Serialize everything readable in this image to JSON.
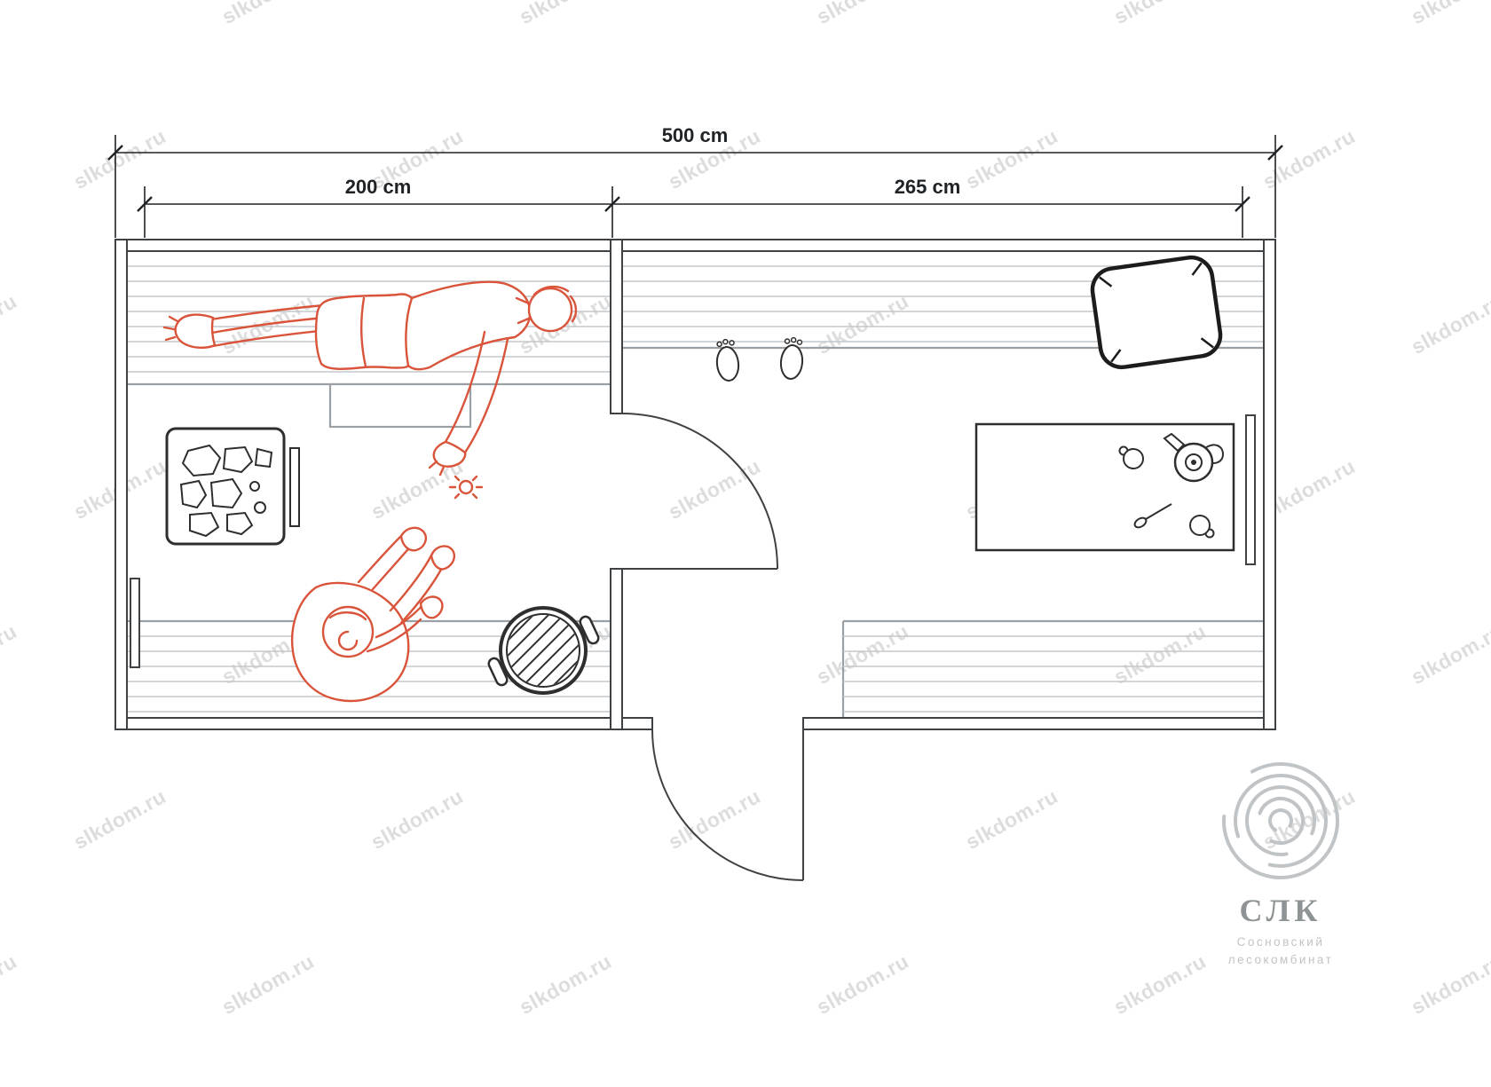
{
  "dimensions": {
    "total": "500 cm",
    "left_room": "200 cm",
    "right_room": "265 cm"
  },
  "watermark": {
    "text": "slkdom.ru"
  },
  "logo": {
    "abbr": "СЛК",
    "line1": "Сосновский",
    "line2": "лесокомбинат"
  },
  "colors": {
    "wall": "#3f4245",
    "plank": "#c3c8cc",
    "edge": "#9aa0a4",
    "person": "#d9543a",
    "dim": "#1f2326",
    "logo_gray": "#8e9396",
    "logo_light": "#c0c4c6"
  }
}
